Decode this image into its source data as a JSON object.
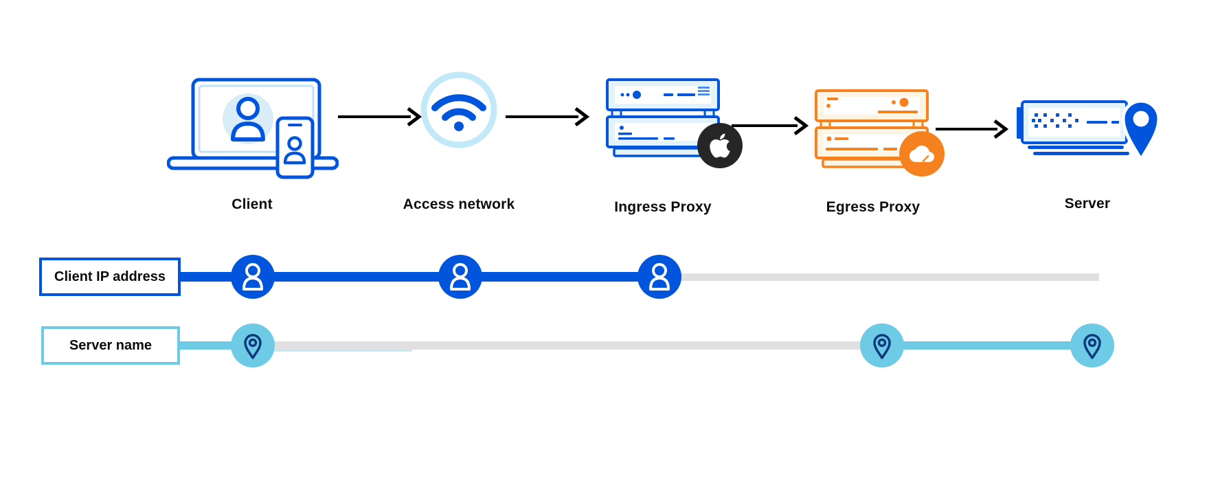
{
  "colors": {
    "blue": "#0055dc",
    "blue_soft": "#4c8fe8",
    "sky": "#6ecbe5",
    "sky_light": "#c2e9f7",
    "fill_blue": "#e3f3fb",
    "fill_soft": "#d9edf8",
    "inner_line": "#bfe2f4",
    "orange": "#f6821f",
    "fill_cream": "#fdf4e1",
    "gray": "#e0e0e0",
    "navy": "#0e3a7d",
    "badge_black": "#262626",
    "arrow": "#000000",
    "text": "#0d0d0d"
  },
  "flow": {
    "nodes": [
      {
        "id": "client",
        "label": "Client",
        "icon": "laptop-phone-user-icon"
      },
      {
        "id": "access-network",
        "label": "Access network",
        "icon": "wifi-icon"
      },
      {
        "id": "ingress-proxy",
        "label": "Ingress Proxy",
        "icon": "server-stack-icon",
        "badge": "apple-logo-icon"
      },
      {
        "id": "egress-proxy",
        "label": "Egress Proxy",
        "icon": "server-stack-icon",
        "badge": "cloudflare-logo-icon"
      },
      {
        "id": "server",
        "label": "Server",
        "icon": "server-location-icon"
      }
    ]
  },
  "tracks": [
    {
      "id": "client-ip",
      "label": "Client IP address",
      "marker_icon": "person-icon",
      "marker_count": 3
    },
    {
      "id": "server-name",
      "label": "Server name",
      "marker_icon": "location-pin-icon",
      "marker_count": 3
    }
  ]
}
